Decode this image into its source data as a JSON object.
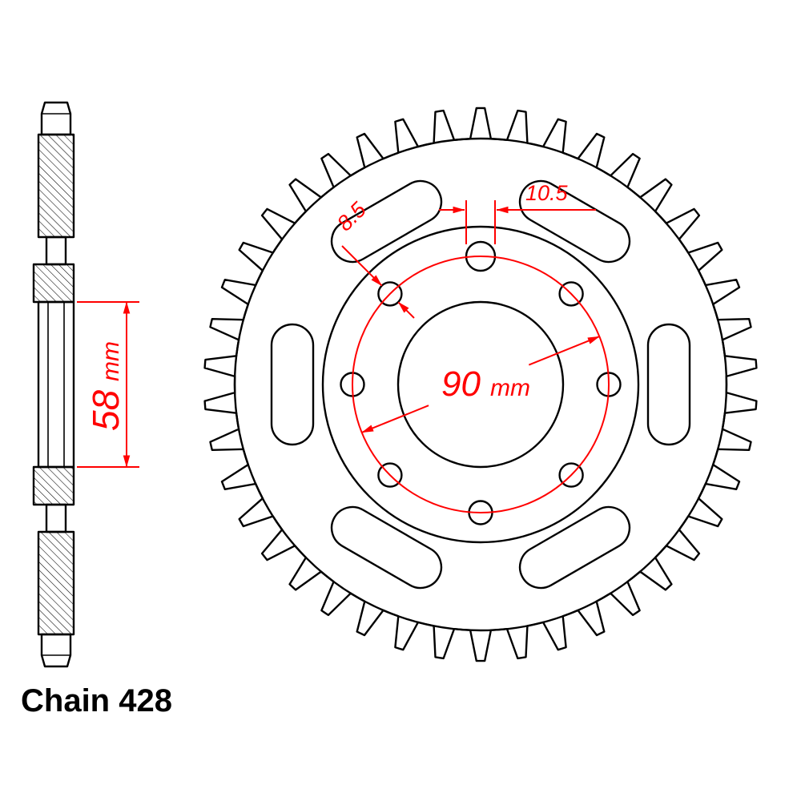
{
  "drawing": {
    "caption": "Chain 428",
    "colors": {
      "dimension": "#ff0000",
      "line": "#000000",
      "background": "#ffffff"
    },
    "dimensions": {
      "bolt_circle": {
        "value": "90",
        "unit": "mm"
      },
      "hole_small": {
        "value": "8.5"
      },
      "hole_large": {
        "value": "10.5"
      },
      "bore": {
        "value": "58",
        "unit": "mm"
      }
    }
  }
}
